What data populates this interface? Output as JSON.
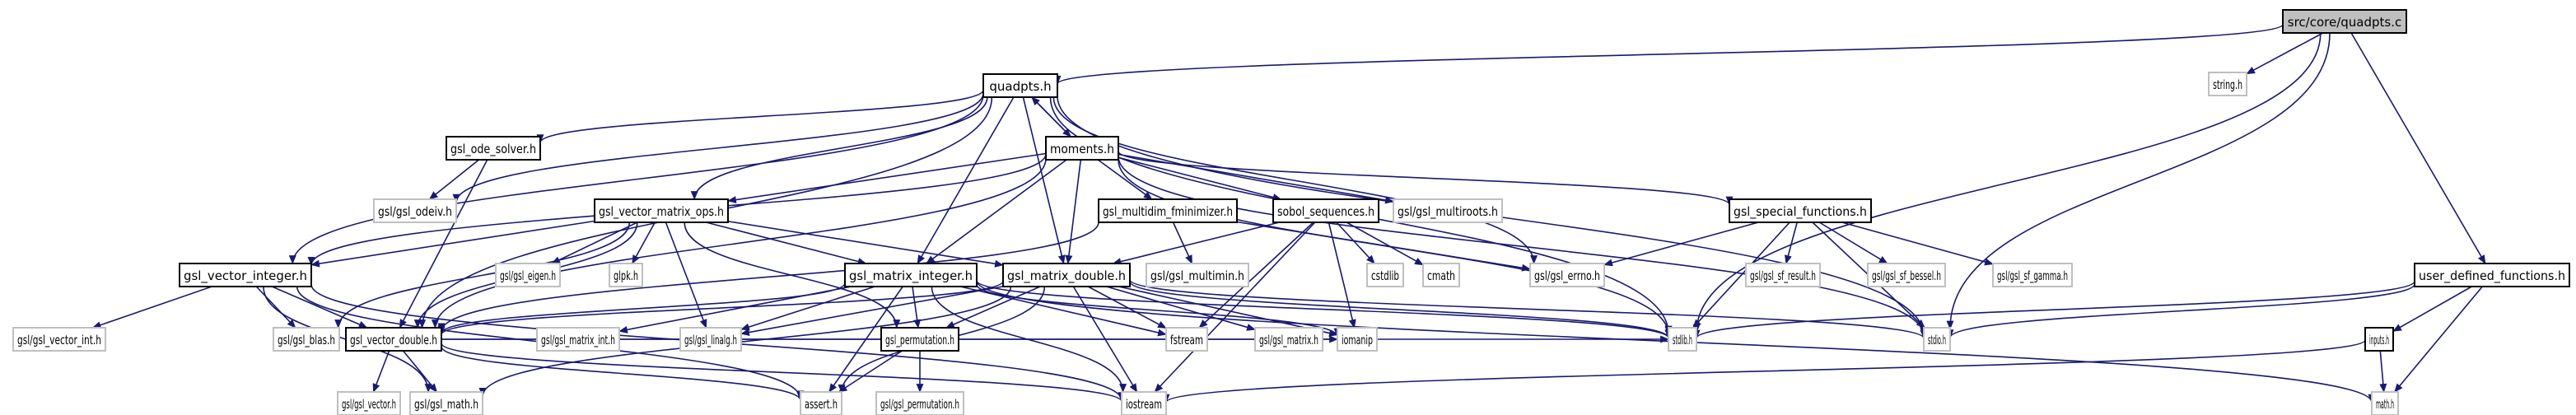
{
  "graph": {
    "title": "Include dependency graph for src/core/quadpts.c",
    "colors": {
      "edge": "#191970",
      "root_fill": "#bfbfbf",
      "root_stroke": "#000000",
      "documented_stroke": "#000000",
      "external_stroke": "#bfbfbf",
      "node_fill": "#ffffff"
    },
    "nodes": [
      {
        "id": "root",
        "label": "src/core/quadpts.c",
        "kind": "root"
      },
      {
        "id": "quadpts_h",
        "label": "quadpts.h",
        "kind": "documented"
      },
      {
        "id": "string_h",
        "label": "string.h",
        "kind": "external"
      },
      {
        "id": "moments_h",
        "label": "moments.h",
        "kind": "documented"
      },
      {
        "id": "gsl_ode_solver_h",
        "label": "gsl_ode_solver.h",
        "kind": "documented"
      },
      {
        "id": "gsl_odeiv_h",
        "label": "gsl/gsl_odeiv.h",
        "kind": "external"
      },
      {
        "id": "gsl_vector_matrix_ops_h",
        "label": "gsl_vector_matrix_ops.h",
        "kind": "documented"
      },
      {
        "id": "gsl_multidim_fminimizer_h",
        "label": "gsl_multidim_fminimizer.h",
        "kind": "documented"
      },
      {
        "id": "sobol_sequences_h",
        "label": "sobol_sequences.h",
        "kind": "documented"
      },
      {
        "id": "gsl_multiroots_h",
        "label": "gsl/gsl_multiroots.h",
        "kind": "external"
      },
      {
        "id": "gsl_special_functions_h",
        "label": "gsl_special_functions.h",
        "kind": "documented"
      },
      {
        "id": "gsl_vector_integer_h",
        "label": "gsl_vector_integer.h",
        "kind": "documented"
      },
      {
        "id": "gsl_eigen_h",
        "label": "gsl/gsl_eigen.h",
        "kind": "external"
      },
      {
        "id": "glpk_h",
        "label": "glpk.h",
        "kind": "external"
      },
      {
        "id": "gsl_matrix_integer_h",
        "label": "gsl_matrix_integer.h",
        "kind": "documented"
      },
      {
        "id": "gsl_matrix_double_h",
        "label": "gsl_matrix_double.h",
        "kind": "documented"
      },
      {
        "id": "gsl_multimin_h",
        "label": "gsl/gsl_multimin.h",
        "kind": "external"
      },
      {
        "id": "cstdlib",
        "label": "cstdlib",
        "kind": "external"
      },
      {
        "id": "cmath",
        "label": "cmath",
        "kind": "external"
      },
      {
        "id": "gsl_errno_h",
        "label": "gsl/gsl_errno.h",
        "kind": "external"
      },
      {
        "id": "gsl_sf_result_h",
        "label": "gsl/gsl_sf_result.h",
        "kind": "external"
      },
      {
        "id": "gsl_sf_bessel_h",
        "label": "gsl/gsl_sf_bessel.h",
        "kind": "external"
      },
      {
        "id": "gsl_sf_gamma_h",
        "label": "gsl/gsl_sf_gamma.h",
        "kind": "external"
      },
      {
        "id": "user_defined_functions_h",
        "label": "user_defined_functions.h",
        "kind": "documented"
      },
      {
        "id": "gsl_vector_int_h",
        "label": "gsl/gsl_vector_int.h",
        "kind": "external"
      },
      {
        "id": "gsl_blas_h",
        "label": "gsl/gsl_blas.h",
        "kind": "external"
      },
      {
        "id": "gsl_vector_double_h",
        "label": "gsl_vector_double.h",
        "kind": "documented"
      },
      {
        "id": "gsl_matrix_int_h",
        "label": "gsl/gsl_matrix_int.h",
        "kind": "external"
      },
      {
        "id": "gsl_linalg_h",
        "label": "gsl/gsl_linalg.h",
        "kind": "external"
      },
      {
        "id": "gsl_permutation_h",
        "label": "gsl_permutation.h",
        "kind": "documented"
      },
      {
        "id": "fstream",
        "label": "fstream",
        "kind": "external"
      },
      {
        "id": "gsl_matrix_h",
        "label": "gsl/gsl_matrix.h",
        "kind": "external"
      },
      {
        "id": "iomanip",
        "label": "iomanip",
        "kind": "external"
      },
      {
        "id": "stdlib_h",
        "label": "stdlib.h",
        "kind": "external"
      },
      {
        "id": "stdio_h",
        "label": "stdio.h",
        "kind": "external"
      },
      {
        "id": "inputs_h",
        "label": "inputs.h",
        "kind": "documented"
      },
      {
        "id": "gsl_vector_h",
        "label": "gsl/gsl_vector.h",
        "kind": "external"
      },
      {
        "id": "gsl_math_h",
        "label": "gsl/gsl_math.h",
        "kind": "external"
      },
      {
        "id": "assert_h",
        "label": "assert.h",
        "kind": "external"
      },
      {
        "id": "gsl_permutation_ext_h",
        "label": "gsl/gsl_permutation.h",
        "kind": "external"
      },
      {
        "id": "iostream",
        "label": "iostream",
        "kind": "external"
      },
      {
        "id": "math_h",
        "label": "math.h",
        "kind": "external"
      }
    ],
    "edges": [
      [
        "root",
        "quadpts_h"
      ],
      [
        "root",
        "string_h"
      ],
      [
        "root",
        "stdlib_h"
      ],
      [
        "root",
        "stdio_h"
      ],
      [
        "root",
        "user_defined_functions_h"
      ],
      [
        "quadpts_h",
        "moments_h"
      ],
      [
        "quadpts_h",
        "gsl_ode_solver_h"
      ],
      [
        "quadpts_h",
        "gsl_odeiv_h"
      ],
      [
        "quadpts_h",
        "gsl_vector_matrix_ops_h"
      ],
      [
        "quadpts_h",
        "gsl_vector_integer_h"
      ],
      [
        "quadpts_h",
        "gsl_vector_double_h"
      ],
      [
        "quadpts_h",
        "gsl_matrix_integer_h"
      ],
      [
        "quadpts_h",
        "gsl_matrix_double_h"
      ],
      [
        "quadpts_h",
        "gsl_errno_h"
      ],
      [
        "quadpts_h",
        "stdlib_h"
      ],
      [
        "quadpts_h",
        "stdio_h"
      ],
      [
        "moments_h",
        "quadpts_h"
      ],
      [
        "moments_h",
        "gsl_vector_matrix_ops_h"
      ],
      [
        "moments_h",
        "gsl_multidim_fminimizer_h"
      ],
      [
        "moments_h",
        "sobol_sequences_h"
      ],
      [
        "moments_h",
        "gsl_multiroots_h"
      ],
      [
        "moments_h",
        "gsl_special_functions_h"
      ],
      [
        "moments_h",
        "gsl_vector_integer_h"
      ],
      [
        "moments_h",
        "gsl_vector_double_h"
      ],
      [
        "moments_h",
        "gsl_matrix_integer_h"
      ],
      [
        "moments_h",
        "gsl_matrix_double_h"
      ],
      [
        "moments_h",
        "stdlib_h"
      ],
      [
        "moments_h",
        "stdio_h"
      ],
      [
        "gsl_ode_solver_h",
        "gsl_odeiv_h"
      ],
      [
        "gsl_ode_solver_h",
        "gsl_vector_double_h"
      ],
      [
        "gsl_vector_matrix_ops_h",
        "gsl_vector_integer_h"
      ],
      [
        "gsl_vector_matrix_ops_h",
        "gsl_vector_double_h"
      ],
      [
        "gsl_vector_matrix_ops_h",
        "gsl_eigen_h"
      ],
      [
        "gsl_vector_matrix_ops_h",
        "glpk_h"
      ],
      [
        "gsl_vector_matrix_ops_h",
        "gsl_matrix_integer_h"
      ],
      [
        "gsl_vector_matrix_ops_h",
        "gsl_matrix_double_h"
      ],
      [
        "gsl_vector_matrix_ops_h",
        "gsl_blas_h"
      ],
      [
        "gsl_vector_matrix_ops_h",
        "gsl_linalg_h"
      ],
      [
        "gsl_vector_matrix_ops_h",
        "gsl_permutation_h"
      ],
      [
        "gsl_multidim_fminimizer_h",
        "gsl_multimin_h"
      ],
      [
        "gsl_multidim_fminimizer_h",
        "gsl_vector_double_h"
      ],
      [
        "gsl_multidim_fminimizer_h",
        "gsl_errno_h"
      ],
      [
        "sobol_sequences_h",
        "gsl_matrix_double_h"
      ],
      [
        "sobol_sequences_h",
        "cstdlib"
      ],
      [
        "sobol_sequences_h",
        "cmath"
      ],
      [
        "sobol_sequences_h",
        "fstream"
      ],
      [
        "sobol_sequences_h",
        "iomanip"
      ],
      [
        "sobol_sequences_h",
        "iostream"
      ],
      [
        "gsl_special_functions_h",
        "gsl_errno_h"
      ],
      [
        "gsl_special_functions_h",
        "gsl_sf_result_h"
      ],
      [
        "gsl_special_functions_h",
        "gsl_sf_bessel_h"
      ],
      [
        "gsl_special_functions_h",
        "gsl_sf_gamma_h"
      ],
      [
        "gsl_special_functions_h",
        "stdlib_h"
      ],
      [
        "gsl_special_functions_h",
        "stdio_h"
      ],
      [
        "gsl_vector_integer_h",
        "gsl_vector_int_h"
      ],
      [
        "gsl_vector_integer_h",
        "gsl_blas_h"
      ],
      [
        "gsl_vector_integer_h",
        "gsl_vector_double_h"
      ],
      [
        "gsl_vector_integer_h",
        "gsl_math_h"
      ],
      [
        "gsl_vector_integer_h",
        "assert_h"
      ],
      [
        "gsl_vector_integer_h",
        "iostream"
      ],
      [
        "gsl_matrix_integer_h",
        "gsl_vector_double_h"
      ],
      [
        "gsl_matrix_integer_h",
        "gsl_matrix_int_h"
      ],
      [
        "gsl_matrix_integer_h",
        "gsl_linalg_h"
      ],
      [
        "gsl_matrix_integer_h",
        "gsl_permutation_h"
      ],
      [
        "gsl_matrix_integer_h",
        "assert_h"
      ],
      [
        "gsl_matrix_integer_h",
        "iostream"
      ],
      [
        "gsl_matrix_integer_h",
        "fstream"
      ],
      [
        "gsl_matrix_integer_h",
        "iomanip"
      ],
      [
        "gsl_matrix_integer_h",
        "stdlib_h"
      ],
      [
        "gsl_matrix_integer_h",
        "math_h"
      ],
      [
        "gsl_matrix_double_h",
        "gsl_vector_double_h"
      ],
      [
        "gsl_matrix_double_h",
        "gsl_linalg_h"
      ],
      [
        "gsl_matrix_double_h",
        "gsl_permutation_h"
      ],
      [
        "gsl_matrix_double_h",
        "gsl_math_h"
      ],
      [
        "gsl_matrix_double_h",
        "assert_h"
      ],
      [
        "gsl_matrix_double_h",
        "iostream"
      ],
      [
        "gsl_matrix_double_h",
        "fstream"
      ],
      [
        "gsl_matrix_double_h",
        "gsl_matrix_h"
      ],
      [
        "gsl_matrix_double_h",
        "iomanip"
      ],
      [
        "gsl_matrix_double_h",
        "stdlib_h"
      ],
      [
        "gsl_matrix_double_h",
        "stdio_h"
      ],
      [
        "gsl_vector_double_h",
        "gsl_vector_h"
      ],
      [
        "gsl_vector_double_h",
        "gsl_math_h"
      ],
      [
        "gsl_vector_double_h",
        "assert_h"
      ],
      [
        "gsl_vector_double_h",
        "iostream"
      ],
      [
        "gsl_vector_double_h",
        "stdlib_h"
      ],
      [
        "gsl_vector_double_h",
        "iomanip"
      ],
      [
        "gsl_permutation_h",
        "assert_h"
      ],
      [
        "gsl_permutation_h",
        "gsl_permutation_ext_h"
      ],
      [
        "user_defined_functions_h",
        "stdlib_h"
      ],
      [
        "user_defined_functions_h",
        "stdio_h"
      ],
      [
        "user_defined_functions_h",
        "inputs_h"
      ],
      [
        "user_defined_functions_h",
        "math_h"
      ],
      [
        "inputs_h",
        "math_h"
      ],
      [
        "inputs_h",
        "iostream"
      ]
    ]
  }
}
